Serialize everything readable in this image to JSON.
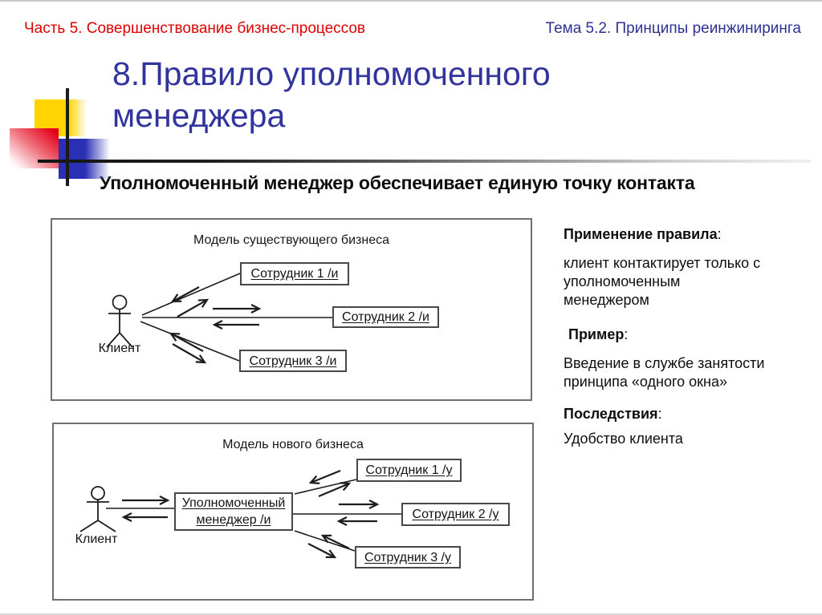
{
  "slide": {
    "header_left": "Часть 5. Совершенствование бизнес-процессов",
    "header_right": "Тема 5.2. Принципы реинжиниринга",
    "title": "8.Правило уполномоченного менеджера",
    "subtitle": "Уполномоченный менеджер обеспечивает единую точку контакта"
  },
  "diagram_existing": {
    "title": "Модель существующего бизнеса",
    "actor_label": "Клиент",
    "employee_boxes": [
      "Сотрудник 1 /и",
      "Сотрудник 2 /и",
      "Сотрудник 3 /и"
    ]
  },
  "diagram_new": {
    "title": "Модель нового бизнеса",
    "actor_label": "Клиент",
    "manager_box": "Уполномоченный менеджер /и",
    "employee_boxes": [
      "Сотрудник 1 /у",
      "Сотрудник 2 /у",
      "Сотрудник 3 /у"
    ]
  },
  "notes": {
    "colon": ":",
    "application_title": "Применение правила",
    "application_body": "клиент контактирует только с\nуполномоченным\nменеджером",
    "example_title": "Пример",
    "example_body": "Введение в службе занятости\nпринципа «одного окна»",
    "consequences_title": "Последствия",
    "consequences_body": "Удобство клиента"
  },
  "colors": {
    "header_left_red": "#e00000",
    "header_right_blue": "#2e3193",
    "title_blue": "#31339e",
    "decor_yellow": "#ffd400",
    "decor_blue": "#2b2fb4",
    "decor_red": "#e2001a",
    "diagram_stroke": "#1d1d1d"
  }
}
